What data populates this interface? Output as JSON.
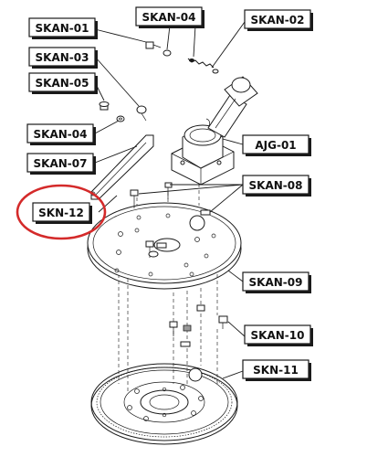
{
  "labels": {
    "skan01": "SKAN-01",
    "skan02": "SKAN-02",
    "skan03": "SKAN-03",
    "skan04_top": "SKAN-04",
    "skan04_left": "SKAN-04",
    "skan05": "SKAN-05",
    "skan07": "SKAN-07",
    "skan08": "SKAN-08",
    "skan09": "SKAN-09",
    "skan10": "SKAN-10",
    "skn11": "SKN-11",
    "skn12": "SKN-12",
    "ajg01": "AJG-01"
  },
  "highlight_color": "#d42a2a"
}
